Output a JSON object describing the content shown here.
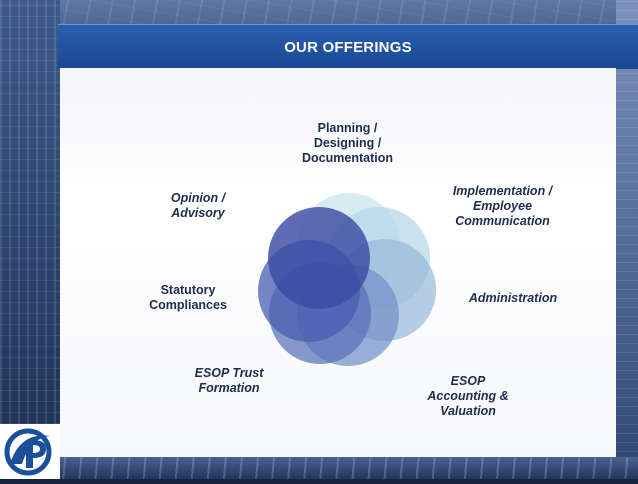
{
  "header": {
    "title": "OUR OFFERINGS"
  },
  "offerings": [
    {
      "line1": "Planning /",
      "line2": "Designing /",
      "line3": "Documentation"
    },
    {
      "line1": "Implementation /",
      "line2": "Employee",
      "line3": "Communication"
    },
    {
      "line1": "Administration"
    },
    {
      "line1": "ESOP",
      "line2": "Accounting &",
      "line3": "Valuation"
    },
    {
      "line1": "ESOP Trust",
      "line2": "Formation"
    },
    {
      "line1": "Statutory",
      "line2": "Compliances"
    },
    {
      "line1": "Opinion /",
      "line2": "Advisory"
    }
  ],
  "colors": {
    "header": "#1f52a3",
    "petal_light": "#c5e2ee",
    "petal_dark": "#3d4ea6"
  }
}
